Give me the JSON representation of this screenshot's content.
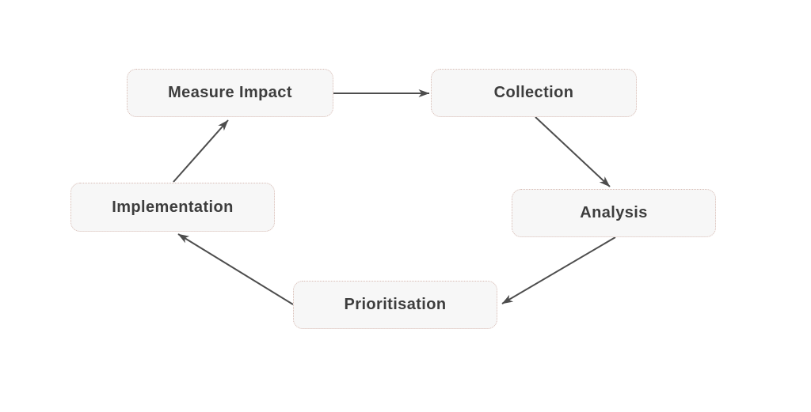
{
  "diagram": {
    "type": "cycle",
    "nodes": [
      {
        "id": "measure-impact",
        "label": "Measure Impact"
      },
      {
        "id": "collection",
        "label": "Collection"
      },
      {
        "id": "analysis",
        "label": "Analysis"
      },
      {
        "id": "prioritisation",
        "label": "Prioritisation"
      },
      {
        "id": "implementation",
        "label": "Implementation"
      }
    ],
    "edges": [
      {
        "from": "measure-impact",
        "to": "collection"
      },
      {
        "from": "collection",
        "to": "analysis"
      },
      {
        "from": "analysis",
        "to": "prioritisation"
      },
      {
        "from": "prioritisation",
        "to": "implementation"
      },
      {
        "from": "implementation",
        "to": "measure-impact"
      }
    ],
    "colors": {
      "background": "#ffffff",
      "node_fill": "#f7f7f7",
      "node_border": "#d8bcb4",
      "node_text": "#3d3d3d",
      "arrow": "#4d4d4d"
    }
  }
}
